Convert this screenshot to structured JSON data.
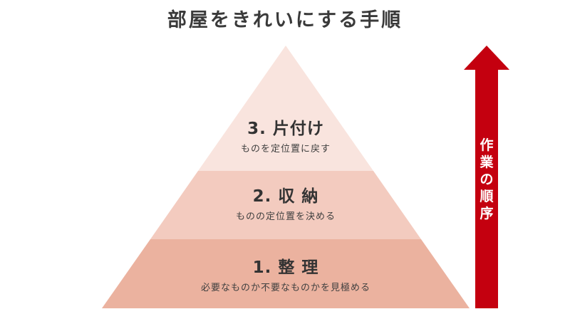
{
  "title": "部屋をきれいにする手順",
  "pyramid": {
    "tiers": [
      {
        "level": 3,
        "heading": "3. 片付け",
        "description": "ものを定位置に戻す",
        "color": "#f9e4de"
      },
      {
        "level": 2,
        "heading": "2. 収 納",
        "description": "ものの定位置を決める",
        "color": "#f3cbbf"
      },
      {
        "level": 1,
        "heading": "1. 整 理",
        "description": "必要なものか不要なものかを見極める",
        "color": "#ebb29f"
      }
    ]
  },
  "arrow": {
    "label_chars": [
      "作",
      "業",
      "の",
      "順",
      "序"
    ],
    "label": "作業の順序",
    "color": "#c4000f",
    "direction": "up"
  }
}
